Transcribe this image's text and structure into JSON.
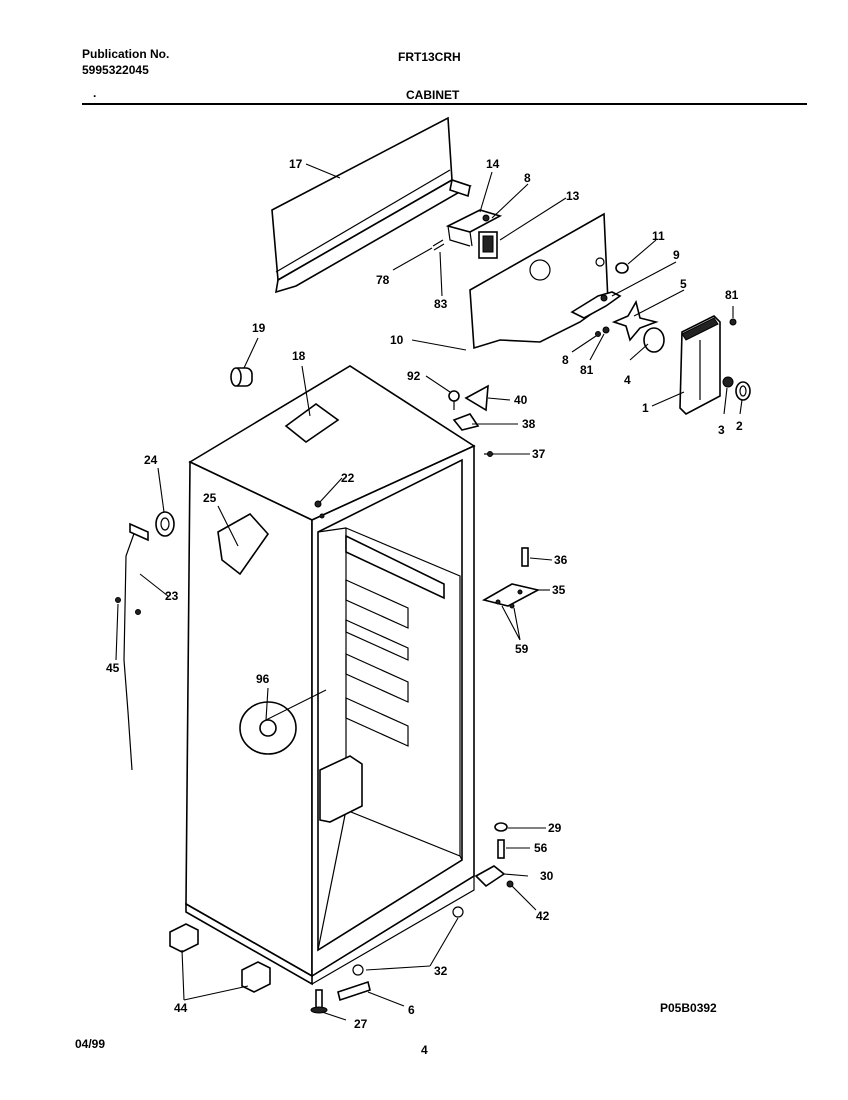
{
  "header": {
    "publication_label": "Publication No.",
    "publication_number": "5995322045",
    "model": "FRT13CRH",
    "section": "CABINET",
    "bullet": "."
  },
  "footer": {
    "date": "04/99",
    "page": "4",
    "drawing_id": "P05B0392"
  },
  "callouts": {
    "c17": "17",
    "c14": "14",
    "c8a": "8",
    "c13": "13",
    "c78": "78",
    "c83": "83",
    "c11": "11",
    "c9": "9",
    "c5": "5",
    "c81a": "81",
    "c10": "10",
    "c8b": "8",
    "c81b": "81",
    "c4": "4",
    "c1": "1",
    "c3": "3",
    "c2": "2",
    "c19": "19",
    "c18": "18",
    "c92": "92",
    "c40": "40",
    "c38": "38",
    "c37": "37",
    "c24": "24",
    "c22": "22",
    "c25": "25",
    "c23": "23",
    "c45": "45",
    "c36": "36",
    "c35": "35",
    "c59": "59",
    "c96": "96",
    "c29": "29",
    "c56": "56",
    "c30": "30",
    "c42": "42",
    "c32": "32",
    "c44": "44",
    "c27": "27",
    "c6": "6"
  }
}
